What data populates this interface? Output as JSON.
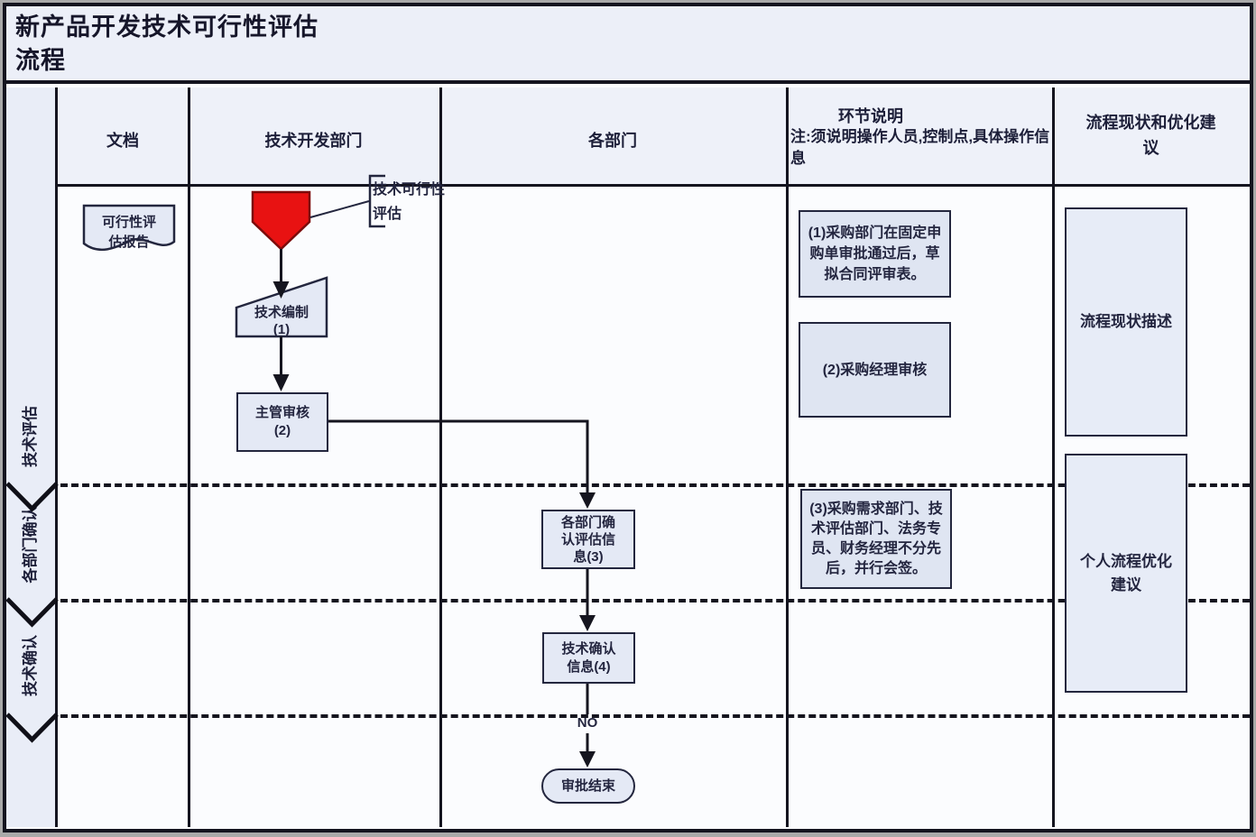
{
  "title": {
    "line1": "新产品开发技术可行性评估",
    "line2": "流程"
  },
  "columns": {
    "doc": "文档",
    "tech_dev": "技术开发部门",
    "departments": "各部门",
    "step_desc_title": "环节说明",
    "step_desc_note": "注:须说明操作人员,控制点,具体操作信息",
    "status_suggestion": "流程现状和优化建议"
  },
  "phases": [
    {
      "label": "技术评估"
    },
    {
      "label": "各部门确认"
    },
    {
      "label": "技术确认"
    }
  ],
  "flow": {
    "document_shape": "可行性评\n估报告",
    "start_label": "技术可行性\n评估",
    "step1": "技术编制\n(1)",
    "step2": "主管审核\n(2)",
    "step3": "各部门确\n认评估信\n息(3)",
    "step4": "技术确认\n信息(4)",
    "no_label": "NO",
    "end": "审批结束"
  },
  "notes": [
    "(1)采购部门在固定申购单审批通过后，草拟合同评审表。",
    "(2)采购经理审核",
    "(3)采购需求部门、技术评估部门、法务专员、财务经理不分先后，并行会签。"
  ],
  "right_boxes": [
    "流程现状描述",
    "个人流程优化\n建议"
  ],
  "colors": {
    "start_shape_red": "#e81212",
    "line_dark": "#15151f",
    "shape_fill": "#e4e9f5",
    "band_fill": "#e9edf7",
    "page_gray": "#a9a9a9"
  }
}
